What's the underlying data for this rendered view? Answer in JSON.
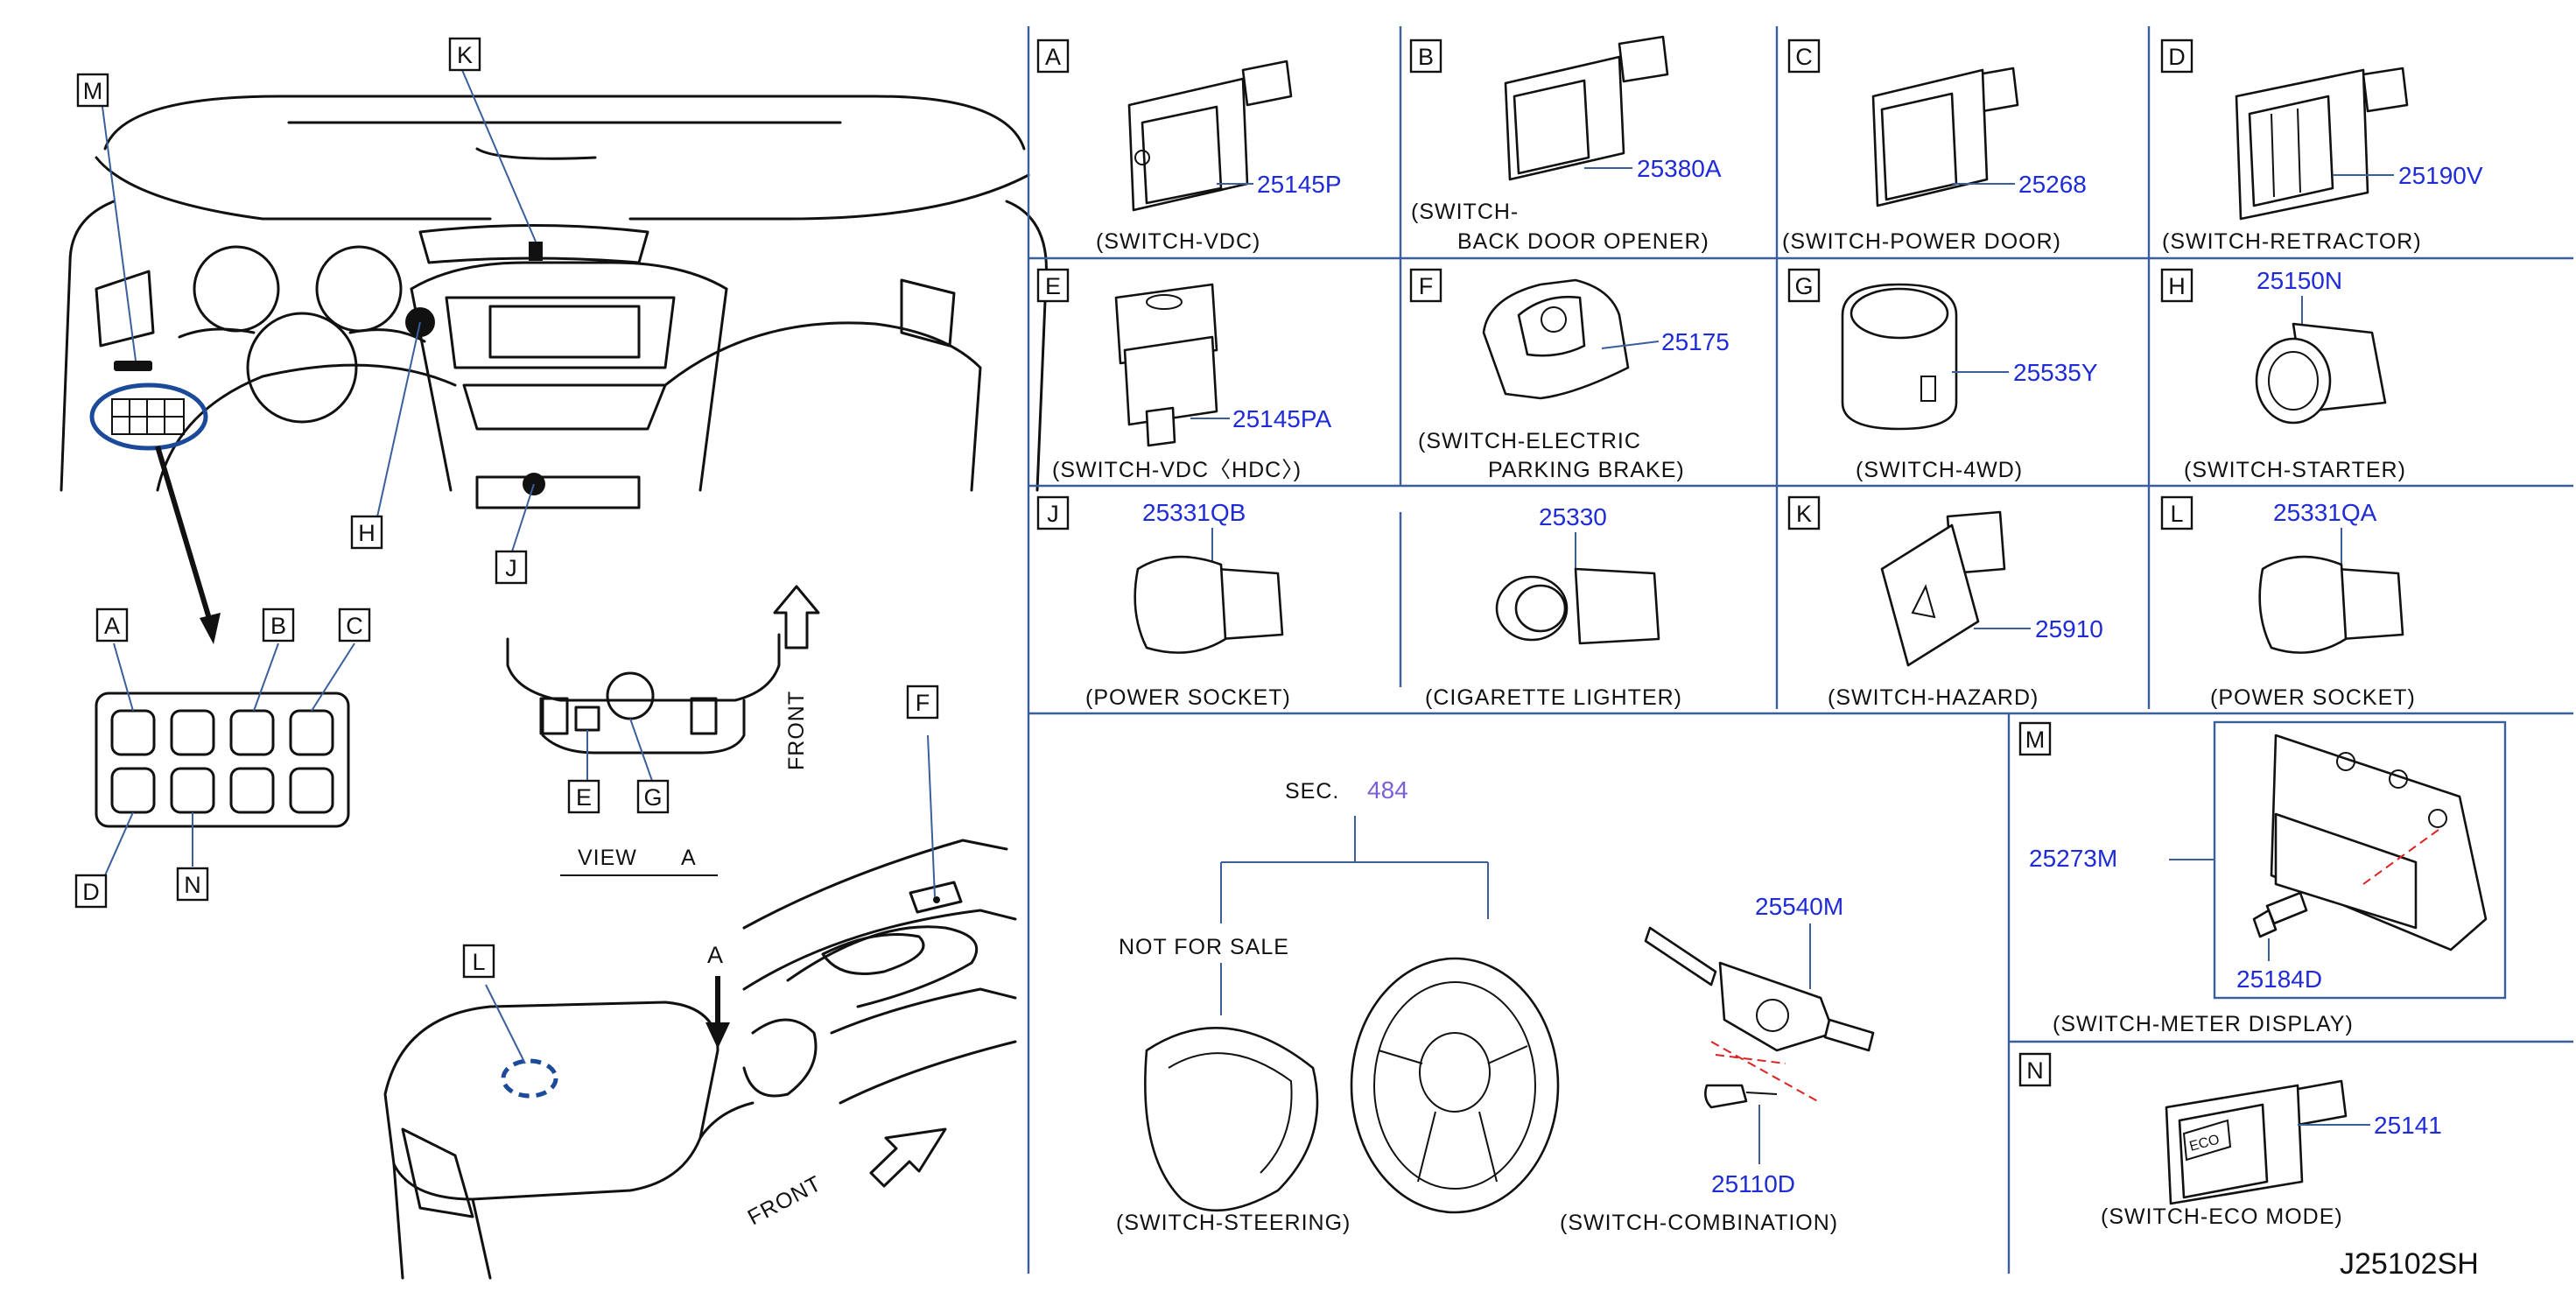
{
  "diagram_code": "J25102SH",
  "panels": {
    "A": {
      "letter": "A",
      "part_no": "25145P",
      "caption": "(SWITCH-VDC)"
    },
    "B": {
      "letter": "B",
      "part_no": "25380A",
      "caption_l1": "(SWITCH-",
      "caption_l2": "BACK   DOOR   OPENER)"
    },
    "C": {
      "letter": "C",
      "part_no": "25268",
      "caption": "(SWITCH-POWER   DOOR)"
    },
    "D": {
      "letter": "D",
      "part_no": "25190V",
      "caption": "(SWITCH-RETRACTOR)"
    },
    "E": {
      "letter": "E",
      "part_no": "25145PA",
      "caption": "(SWITCH-VDC〈HDC〉)"
    },
    "F": {
      "letter": "F",
      "part_no": "25175",
      "caption_l1": "(SWITCH-ELECTRIC",
      "caption_l2": "PARKING   BRAKE)"
    },
    "G": {
      "letter": "G",
      "part_no": "25535Y",
      "caption": "(SWITCH-4WD)"
    },
    "H": {
      "letter": "H",
      "part_no": "25150N",
      "caption": "(SWITCH-STARTER)"
    },
    "J": {
      "letter": "J",
      "part_no": "25331QB",
      "caption": "(POWER   SOCKET)"
    },
    "J2": {
      "part_no": "25330",
      "caption": "(CIGARETTE   LIGHTER)"
    },
    "K": {
      "letter": "K",
      "part_no": "25910",
      "caption": "(SWITCH-HAZARD)"
    },
    "L": {
      "letter": "L",
      "part_no": "25331QA",
      "caption": "(POWER   SOCKET)"
    },
    "M": {
      "letter": "M",
      "part_no": "25273M",
      "part_no_2": "25184D",
      "caption": "(SWITCH-METER   DISPLAY)"
    },
    "N": {
      "letter": "N",
      "part_no": "25141",
      "caption": "(SWITCH-ECO   MODE)"
    },
    "steering": {
      "sec_label": "SEC.",
      "sec_no": "484",
      "not_for_sale": "NOT   FOR   SALE",
      "caption_steering": "(SWITCH-STEERING)",
      "caption_combination": "(SWITCH-COMBINATION)",
      "part_no_combination": "25540M",
      "part_no_screw": "25110D"
    }
  },
  "overview": {
    "letters": [
      "A",
      "B",
      "C",
      "D",
      "E",
      "F",
      "G",
      "H",
      "J",
      "K",
      "L",
      "M",
      "N"
    ],
    "view_label": "VIEW",
    "view_letter": "A",
    "front_label": "FRONT",
    "arrow_letter": "A",
    "eco_text": "ECO"
  }
}
